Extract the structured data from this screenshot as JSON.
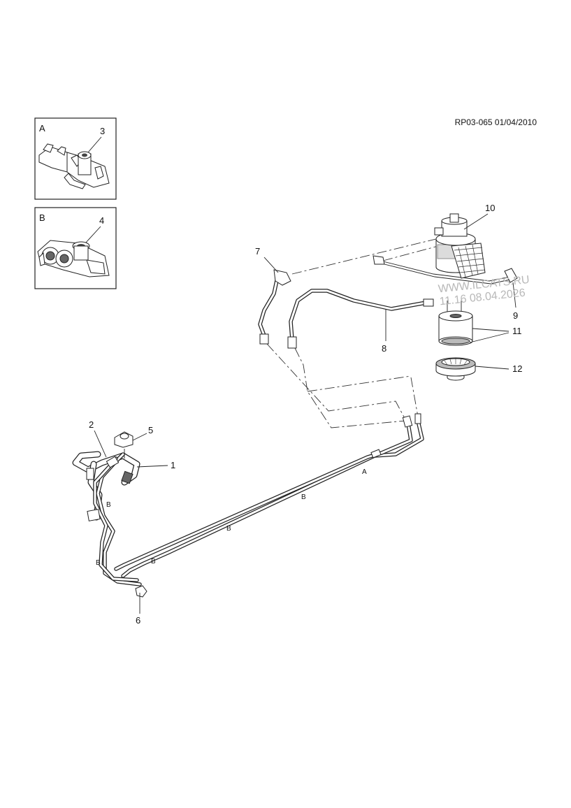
{
  "ref_code": "RP03-065 01/04/2010",
  "watermark": {
    "line1": "WWW.ILCATS.RU",
    "line2": "11.16 08.04.2026"
  },
  "insets": [
    {
      "letter": "A",
      "callout": "3"
    },
    {
      "letter": "B",
      "callout": "4"
    }
  ],
  "callouts": [
    "1",
    "2",
    "5",
    "6",
    "7",
    "8",
    "9",
    "10",
    "11",
    "12"
  ],
  "pipe_marks": [
    "A",
    "B",
    "B",
    "B",
    "B",
    "B"
  ]
}
